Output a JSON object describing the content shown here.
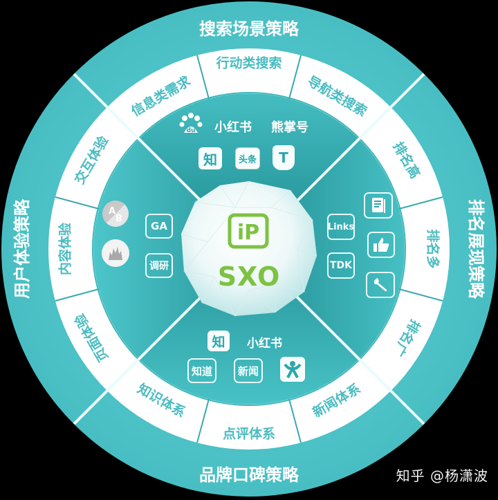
{
  "diagram": {
    "center": {
      "logo_text": "iP",
      "title": "SXO",
      "logo_color": "#7dc242"
    },
    "colors": {
      "outer_ring": "#4fc3c8",
      "white_ring": "#ffffff",
      "inner_disc": "#33adb1",
      "inner_disc_dark": "#1d8f94",
      "label_text": "#4bbcc1",
      "background": "#000000"
    },
    "quadrants": [
      {
        "id": "top",
        "title": "搜索场景策略",
        "segments": [
          "信息类需求",
          "行动类搜索",
          "导航类搜索"
        ],
        "icons": [
          {
            "name": "baidu-icon",
            "label": "du"
          },
          {
            "name": "xiaohongshu-icon",
            "label": "小红书"
          },
          {
            "name": "xiongzhanghao-icon",
            "label": "熊掌号"
          },
          {
            "name": "zhihu-icon",
            "label": "知"
          },
          {
            "name": "toutiao-icon",
            "label": "头条"
          },
          {
            "name": "tmall-icon",
            "label": "T"
          }
        ]
      },
      {
        "id": "right",
        "title": "排名展现策略",
        "segments": [
          "排名高",
          "排名多",
          "排名广"
        ],
        "icons": [
          {
            "name": "links-icon",
            "label": "Links"
          },
          {
            "name": "tdk-icon",
            "label": "TDK"
          },
          {
            "name": "document-icon",
            "label": ""
          },
          {
            "name": "thumbs-up-icon",
            "label": ""
          },
          {
            "name": "wrench-icon",
            "label": ""
          }
        ]
      },
      {
        "id": "bottom",
        "title": "品牌口碑策略",
        "segments": [
          "知识体系",
          "点评体系",
          "新闻体系"
        ],
        "icons": [
          {
            "name": "zhihu-icon",
            "label": "知"
          },
          {
            "name": "xiaohongshu-icon",
            "label": "小红书"
          },
          {
            "name": "zhidao-icon",
            "label": "知道"
          },
          {
            "name": "news-icon",
            "label": "新闻"
          },
          {
            "name": "dianping-icon",
            "label": ""
          }
        ]
      },
      {
        "id": "left",
        "title": "用户体验策略",
        "segments": [
          "交互体验",
          "内容体验",
          "页面体验"
        ],
        "icons": [
          {
            "name": "ab-test-icon",
            "label": "AB"
          },
          {
            "name": "heatmap-flame-icon",
            "label": ""
          },
          {
            "name": "ga-icon",
            "label": "GA"
          },
          {
            "name": "survey-icon",
            "label": "调研"
          }
        ]
      }
    ]
  },
  "watermark": "知乎 @杨潇波"
}
